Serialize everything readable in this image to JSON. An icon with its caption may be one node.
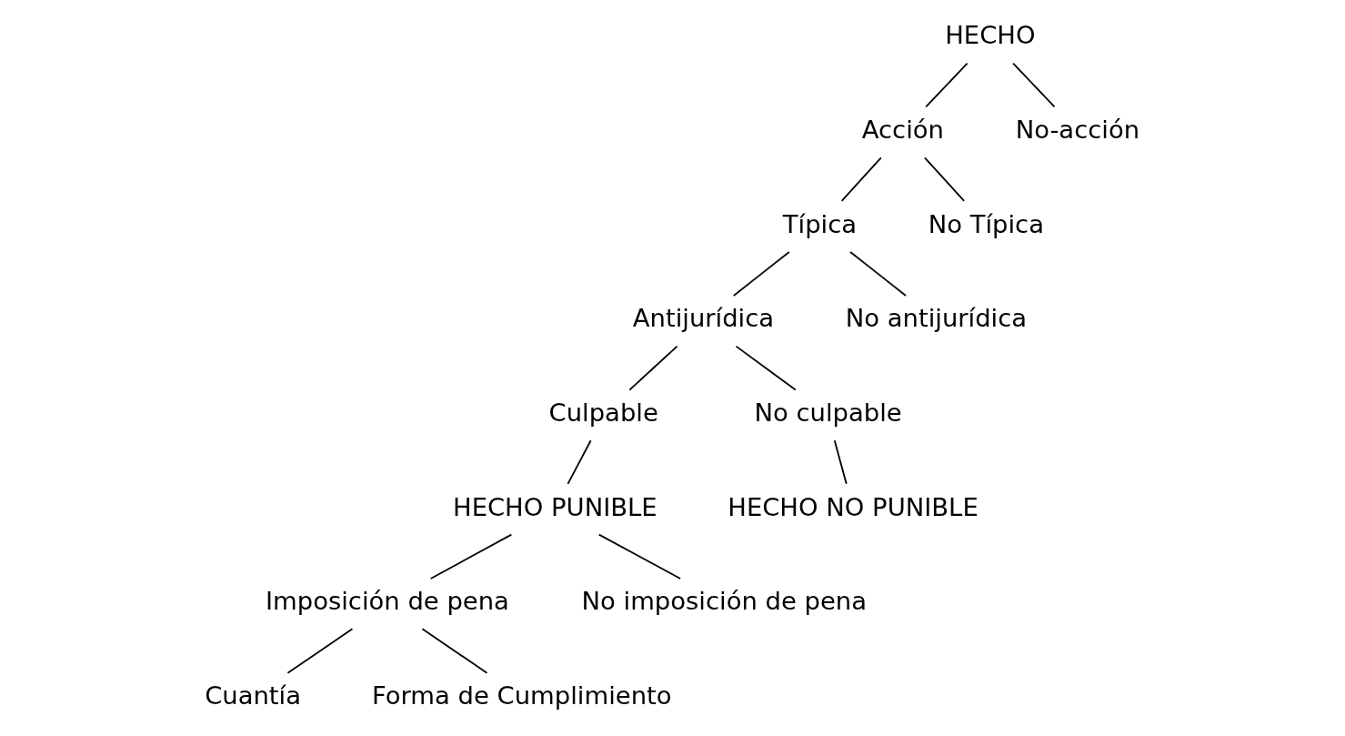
{
  "diagram": {
    "nodes": [
      {
        "text": [
          "HECHO"
        ]
      },
      {
        "text": [
          "Acción"
        ]
      },
      {
        "text": [
          "No-acción"
        ]
      },
      {
        "text": [
          "Típica"
        ]
      },
      {
        "text": [
          "No Típica"
        ]
      },
      {
        "text": [
          "Antijurídica"
        ]
      },
      {
        "text": [
          "No antijurídica"
        ]
      },
      {
        "text": [
          "Culpable"
        ]
      },
      {
        "text": [
          "No culpable"
        ]
      },
      {
        "text": [
          "HECHO PUNIBLE"
        ]
      },
      {
        "text": [
          "HECHO NO PUNIBLE"
        ]
      },
      {
        "text": [
          "Imposición de pena"
        ]
      },
      {
        "text": [
          "No imposición de pena"
        ]
      },
      {
        "text": [
          "Cuantía"
        ]
      },
      {
        "text": [
          "Forma de Cumplimiento"
        ]
      }
    ],
    "edges": [
      {
        "from": 0,
        "to": 1,
        "arrow": "none"
      },
      {
        "from": 0,
        "to": 2,
        "arrow": "none"
      },
      {
        "from": 1,
        "to": 3,
        "arrow": "none"
      },
      {
        "from": 1,
        "to": 4,
        "arrow": "none"
      },
      {
        "from": 3,
        "to": 5,
        "arrow": "none"
      },
      {
        "from": 3,
        "to": 6,
        "arrow": "none"
      },
      {
        "from": 5,
        "to": 7,
        "arrow": "none"
      },
      {
        "from": 5,
        "to": 8,
        "arrow": "none"
      },
      {
        "from": 7,
        "to": 9,
        "arrow": "none"
      },
      {
        "from": 8,
        "to": 10,
        "arrow": "none"
      },
      {
        "from": 9,
        "to": 11,
        "arrow": "none"
      },
      {
        "from": 9,
        "to": 12,
        "arrow": "none"
      },
      {
        "from": 11,
        "to": 13,
        "arrow": "none"
      },
      {
        "from": 11,
        "to": 14,
        "arrow": "none"
      }
    ]
  }
}
